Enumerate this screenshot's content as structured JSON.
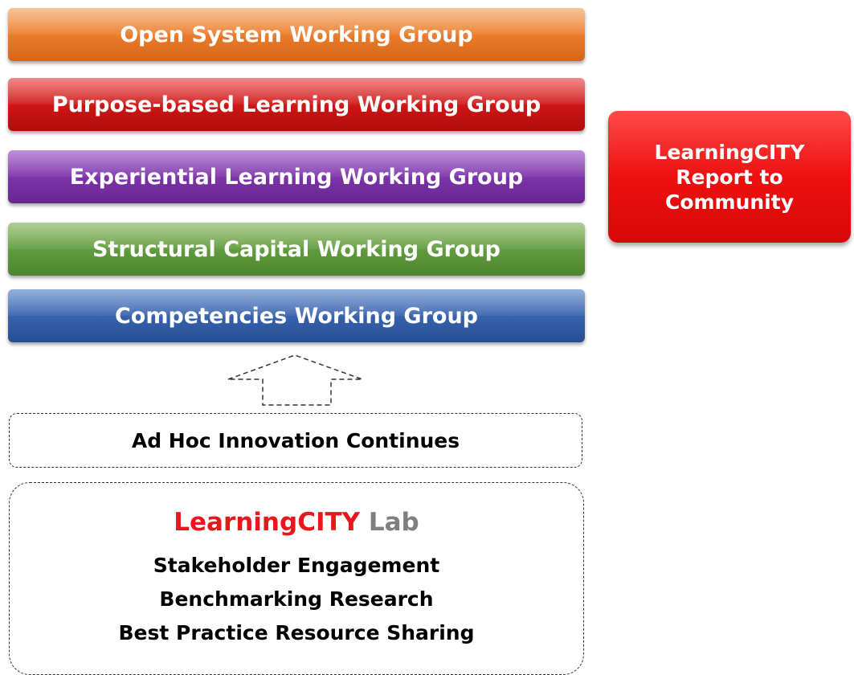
{
  "working_groups": [
    {
      "label": "Open System Working Group",
      "color": "#e97a2a"
    },
    {
      "label": "Purpose-based Learning Working Group",
      "color": "#cc1515"
    },
    {
      "label": "Experiential Learning Working Group",
      "color": "#7b32a8"
    },
    {
      "label": "Structural Capital Working Group",
      "color": "#5f9a3c"
    },
    {
      "label": "Competencies Working Group",
      "color": "#3560aa"
    }
  ],
  "report": {
    "lines": [
      "LearningCITY",
      "Report to",
      "Community"
    ],
    "color": "#ee1010"
  },
  "arrow": {
    "direction": "up",
    "style": "dashed",
    "icon": "up-arrow-icon"
  },
  "adhoc": {
    "label": "Ad Hoc Innovation Continues"
  },
  "lab": {
    "title_part1": "LearningCITY",
    "title_part2": "Lab",
    "title_part1_color": "#e8171c",
    "title_part2_color": "#7f7f7f",
    "items": [
      "Stakeholder Engagement",
      "Benchmarking Research",
      "Best Practice Resource Sharing"
    ]
  }
}
